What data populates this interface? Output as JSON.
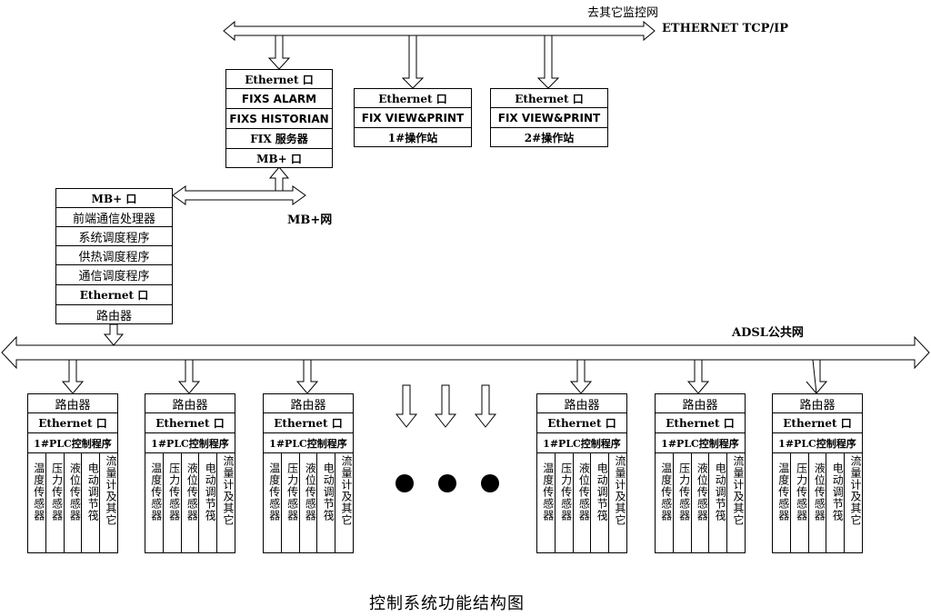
{
  "top_net": {
    "dest_label": "去其它监控网",
    "protocol_label": "ETHERNET TCP/IP"
  },
  "server": {
    "rows": [
      "Ethernet 口",
      "FIXS ALARM",
      "FIXS HISTORIAN",
      "FIX 服务器",
      "MB+ 口"
    ]
  },
  "station1": {
    "rows": [
      "Ethernet 口",
      "FIX VIEW&PRINT",
      "1#操作站"
    ]
  },
  "station2": {
    "rows": [
      "Ethernet 口",
      "FIX VIEW&PRINT",
      "2#操作站"
    ]
  },
  "mbnet": {
    "label": "MB+网"
  },
  "frontend": {
    "rows": [
      "MB+ 口",
      "前端通信处理器",
      "系统调度程序",
      "供热调度程序",
      "通信调度程序",
      "Ethernet 口",
      "路由器"
    ]
  },
  "adsl": {
    "label": "ADSL公共网"
  },
  "plc_unit": {
    "router": "路由器",
    "ethernet": "Ethernet 口",
    "program": "1#PLC控制程序",
    "sensors": [
      "温度传感器",
      "压力传感器",
      "液位传感器",
      "电动调节筏",
      "流量计及其它"
    ]
  },
  "caption": "控制系统功能结构图"
}
